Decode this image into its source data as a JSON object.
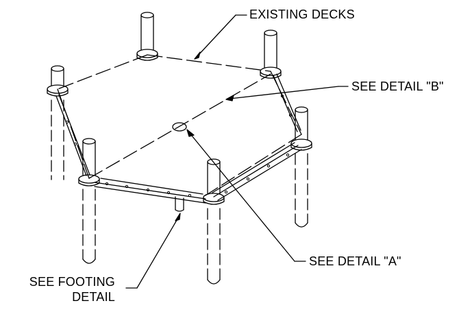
{
  "callouts": {
    "existing_decks": "EXISTING DECKS",
    "detail_b": "SEE DETAIL \"B\"",
    "detail_a": "SEE DETAIL \"A\"",
    "footing_line1": "SEE FOOTING",
    "footing_line2": "DETAIL"
  },
  "colors": {
    "line": "#000000",
    "background": "#ffffff"
  }
}
